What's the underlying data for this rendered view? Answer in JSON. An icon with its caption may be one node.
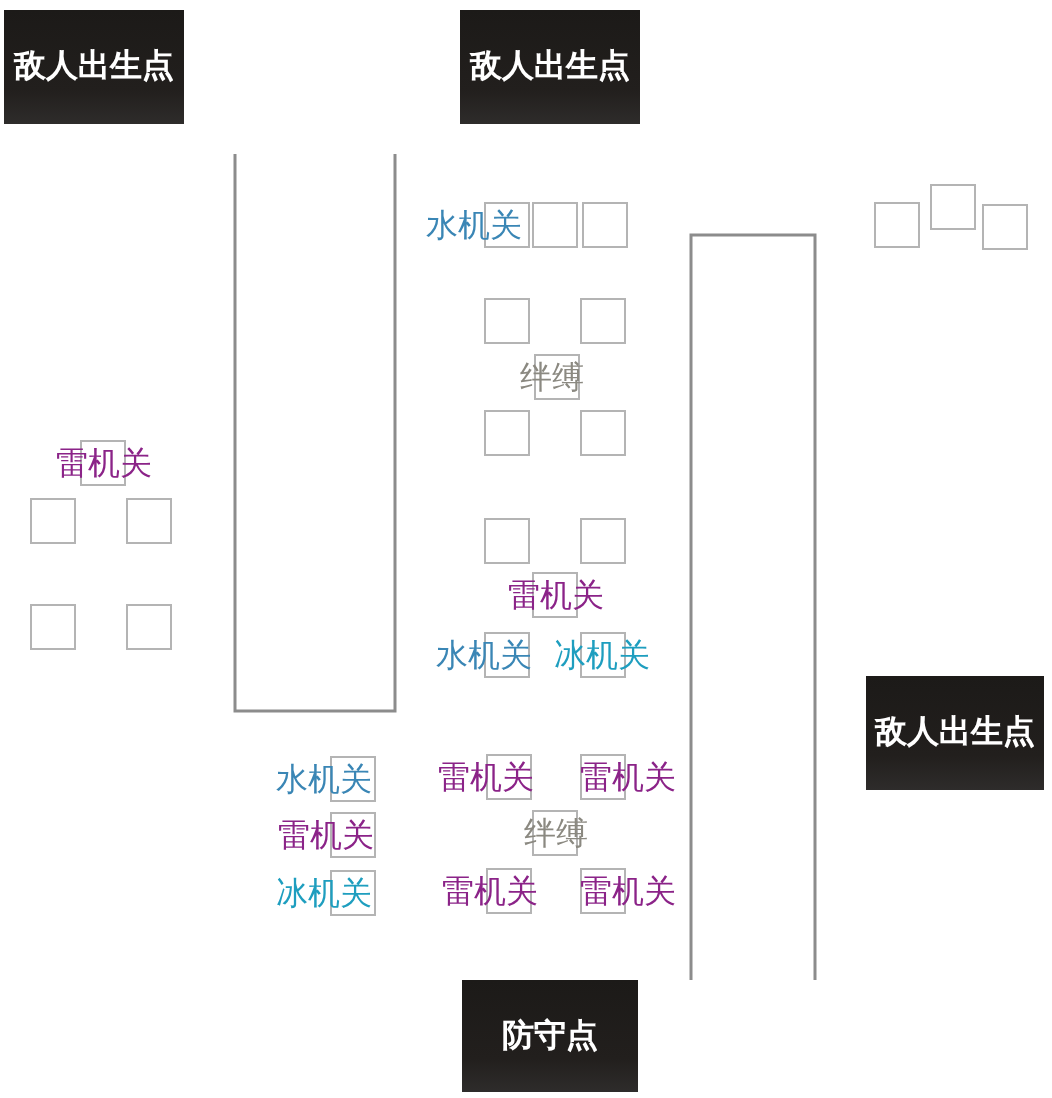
{
  "diagram": {
    "nodes": [
      {
        "text": [
          "敌人出生点"
        ]
      },
      {
        "text": [
          "敌人出生点"
        ]
      },
      {
        "text": [
          "敌人出生点"
        ]
      },
      {
        "text": [
          "防守点"
        ]
      }
    ],
    "labels": [
      "水机关",
      "绊缚",
      "雷机关",
      "雷机关",
      "水机关",
      "冰机关",
      "水机关",
      "雷机关",
      "雷机关",
      "雷机关",
      "绊缚",
      "冰机关",
      "雷机关",
      "雷机关"
    ]
  }
}
